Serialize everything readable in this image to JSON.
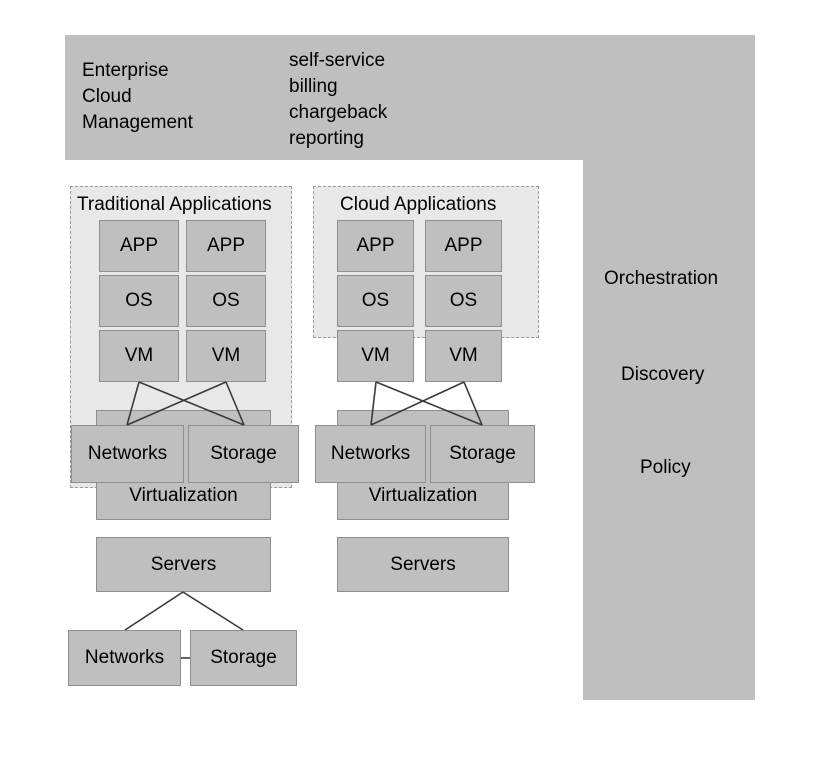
{
  "diagram": {
    "type": "layered-architecture",
    "title_text": "Enterprise Cloud Management",
    "colors": {
      "band": "#bfbfbf",
      "group_bg": "#e8e8e8",
      "group_border": "#9a9a9a",
      "box_fill": "#bfbfbf",
      "box_border": "#8f8f8f",
      "connector": "#3a3a3a",
      "page_bg": "#ffffff",
      "text": "#000000"
    }
  },
  "header": {
    "title_lines": [
      "Enterprise",
      "Cloud",
      "Management"
    ],
    "title_block": "Enterprise\nCloud\nManagement",
    "features": [
      "self-service",
      "billing",
      "chargeback",
      "reporting"
    ],
    "features_block": "self-service\nbilling\nchargeback\nreporting"
  },
  "sidebar": {
    "items": [
      {
        "label": "Orchestration"
      },
      {
        "label": "Discovery"
      },
      {
        "label": "Policy"
      }
    ]
  },
  "stacks": [
    {
      "id": "traditional",
      "group_label": "Traditional Applications",
      "columns": [
        {
          "layers": [
            "APP",
            "OS",
            "VM"
          ]
        },
        {
          "layers": [
            "APP",
            "OS",
            "VM"
          ]
        }
      ],
      "fabric": [
        {
          "label": "Networks"
        },
        {
          "label": "Storage"
        }
      ],
      "virtualization": "Virtualization",
      "servers": "Servers",
      "physical": [
        {
          "label": "Networks"
        },
        {
          "label": "Storage"
        }
      ]
    },
    {
      "id": "cloud",
      "group_label": "Cloud Applications",
      "columns": [
        {
          "layers": [
            "APP",
            "OS",
            "VM"
          ]
        },
        {
          "layers": [
            "APP",
            "OS",
            "VM"
          ]
        }
      ],
      "fabric": [
        {
          "label": "Networks"
        },
        {
          "label": "Storage"
        }
      ],
      "virtualization": "Virtualization",
      "servers": "Servers",
      "physical": []
    }
  ]
}
